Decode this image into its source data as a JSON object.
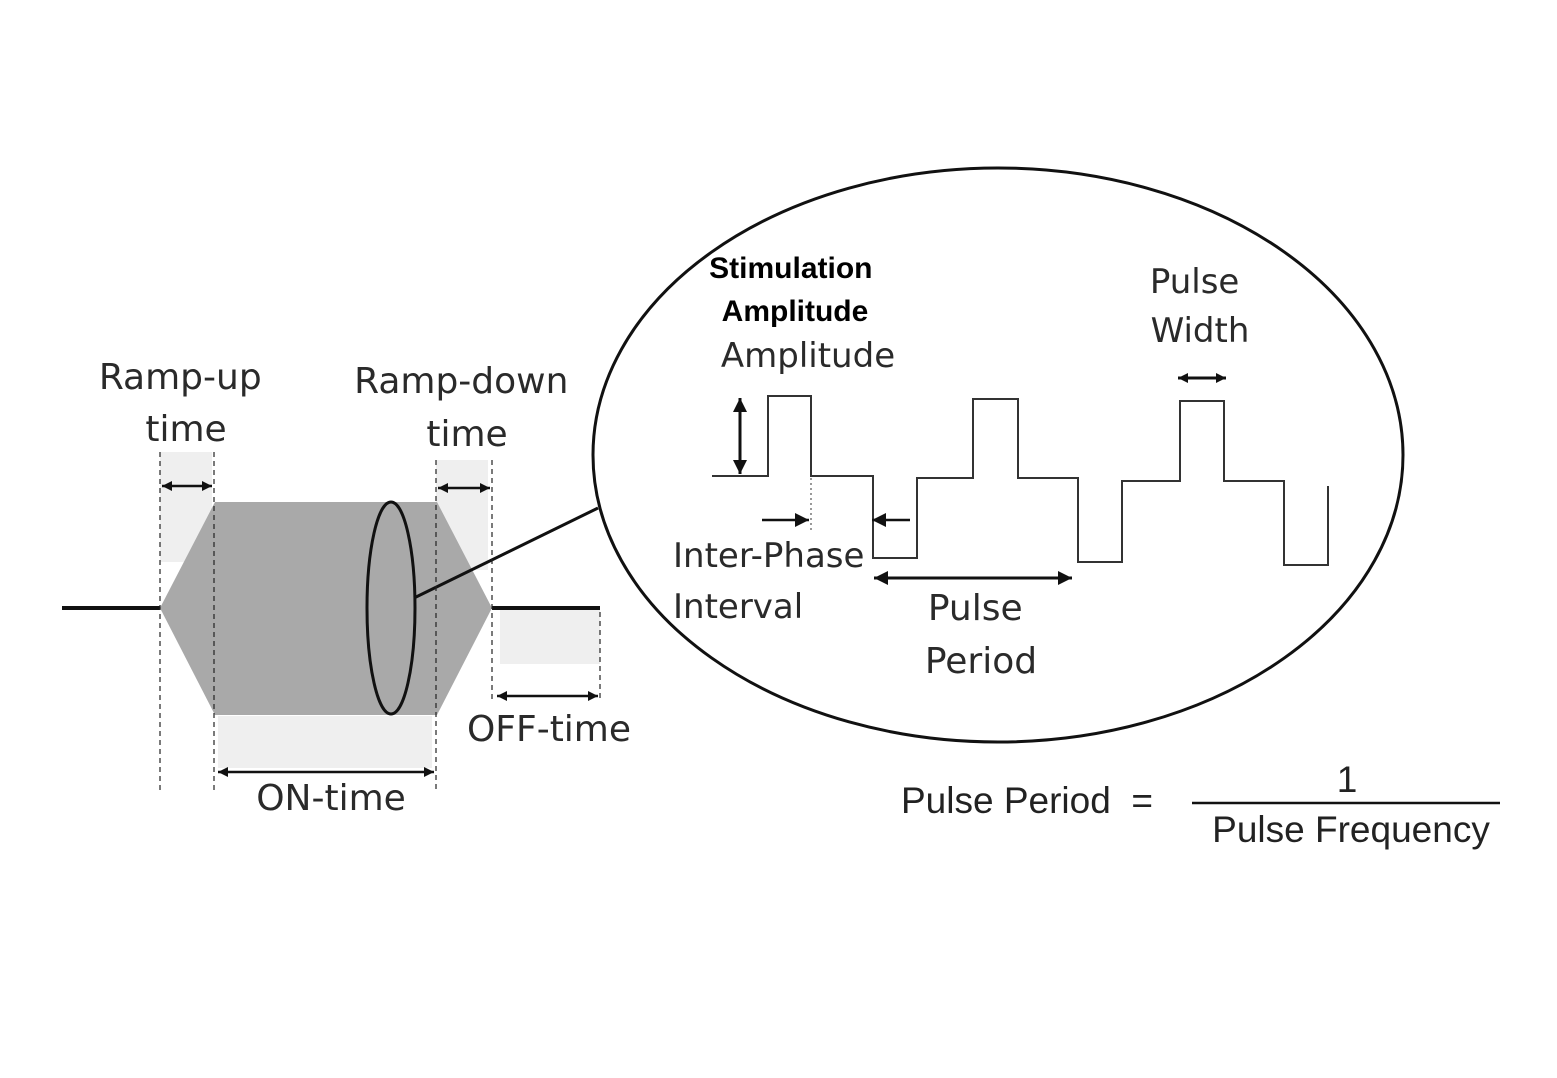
{
  "labels": {
    "ramp_up": [
      "Ramp-up",
      "time"
    ],
    "ramp_down": [
      "Ramp-down",
      "time"
    ],
    "on_time": "ON-time",
    "off_time": "OFF-time",
    "stim_amplitude": [
      "Stimulation",
      "Amplitude"
    ],
    "amplitude": "Amplitude",
    "pulse_width": [
      "Pulse",
      "Width"
    ],
    "inter_phase": [
      "Inter-Phase",
      "Interval"
    ],
    "pulse_period": [
      "Pulse",
      "Period"
    ]
  },
  "formula": {
    "lhs": "Pulse Period  =",
    "numerator": "1",
    "denominator": "Pulse Frequency"
  },
  "colors": {
    "burst_fill": "#a9a9a9",
    "shade_fill": "#efefef",
    "line": "#111111"
  }
}
